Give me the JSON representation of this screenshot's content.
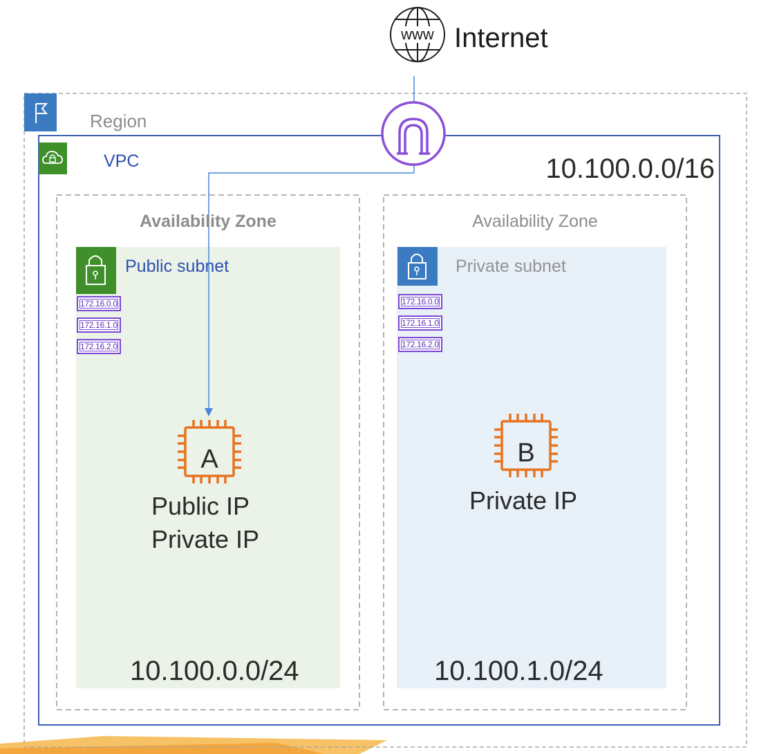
{
  "internet": {
    "label": "Internet",
    "icon": "globe-www-icon",
    "icon_text": "www"
  },
  "region": {
    "label": "Region",
    "icon": "flag-icon",
    "color": "#3a7bc2"
  },
  "vpc": {
    "label": "VPC",
    "cidr": "10.100.0.0/16",
    "icon": "cloud-lock-icon",
    "color": "#3a5fb0",
    "icon_color": "#3f8f2a"
  },
  "gateway": {
    "icon": "internet-gateway-icon",
    "color": "#8a4fd6"
  },
  "zones": [
    {
      "title": "Availability Zone",
      "subnet": {
        "label": "Public subnet",
        "icon": "lock-icon",
        "icon_color": "#3f8f2a",
        "background": "#ebf3e8",
        "route_tags": [
          "172.16.0.0",
          "172.16.1.0",
          "172.16.2.0"
        ],
        "instance": {
          "letter": "A",
          "ip_lines": [
            "Public IP",
            "Private IP"
          ]
        },
        "cidr": "10.100.0.0/24"
      }
    },
    {
      "title": "Availability Zone",
      "subnet": {
        "label": "Private subnet",
        "icon": "lock-icon",
        "icon_color": "#3a7bc2",
        "background": "#e8f0f8",
        "route_tags": [
          "172.16.0.0",
          "172.16.1.0",
          "172.16.2.0"
        ],
        "instance": {
          "letter": "B",
          "ip_lines": [
            "Private IP"
          ]
        },
        "cidr": "10.100.1.0/24"
      }
    }
  ],
  "colors": {
    "chip": "#e8731f",
    "arrow": "#4a86d8",
    "tag_border": "#7b47d6"
  }
}
